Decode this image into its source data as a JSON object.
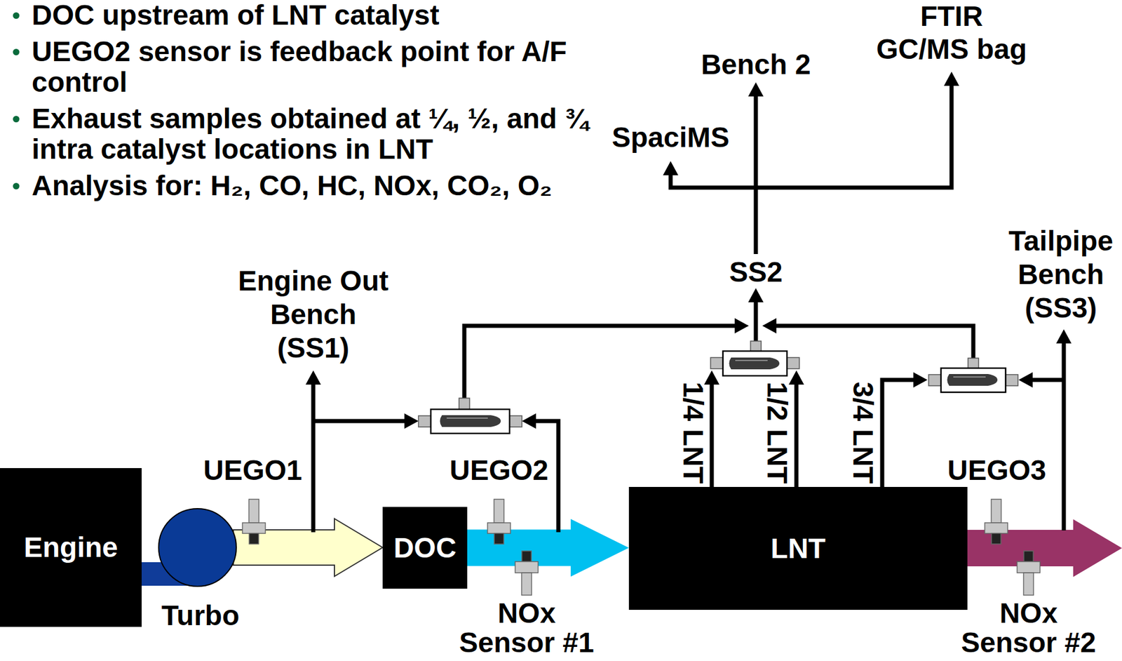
{
  "diagram": {
    "nodes": [
      {
        "text": [
          "Engine"
        ]
      },
      {
        "text": [
          "Turbo"
        ]
      },
      {
        "text": [
          "DOC"
        ]
      },
      {
        "text": [
          "LNT"
        ]
      }
    ],
    "edges": [
      {
        "from": 0,
        "to": 1,
        "arrow": "none"
      },
      {
        "from": 1,
        "to": 2,
        "arrow": "to"
      },
      {
        "from": 2,
        "to": 3,
        "arrow": "to"
      }
    ],
    "labels": [
      "DOC upstream of LNT catalyst",
      "UEGO2 sensor is feedback point for A/F control",
      "Exhaust samples obtained at ¼, ½, and ¾ intra catalyst locations in LNT",
      "Analysis for: H₂, CO, HC, NOx, CO₂, O₂",
      "Engine Out Bench (SS1)",
      "UEGO1",
      "UEGO2",
      "UEGO3",
      "NOx Sensor #1",
      "NOx Sensor #2",
      "SS2",
      "Bench 2",
      "SpaciMS",
      "FTIR GC/MS bag",
      "Tailpipe Bench (SS3)",
      "1/4 LNT",
      "1/2 LNT",
      "3/4 LNT"
    ]
  }
}
